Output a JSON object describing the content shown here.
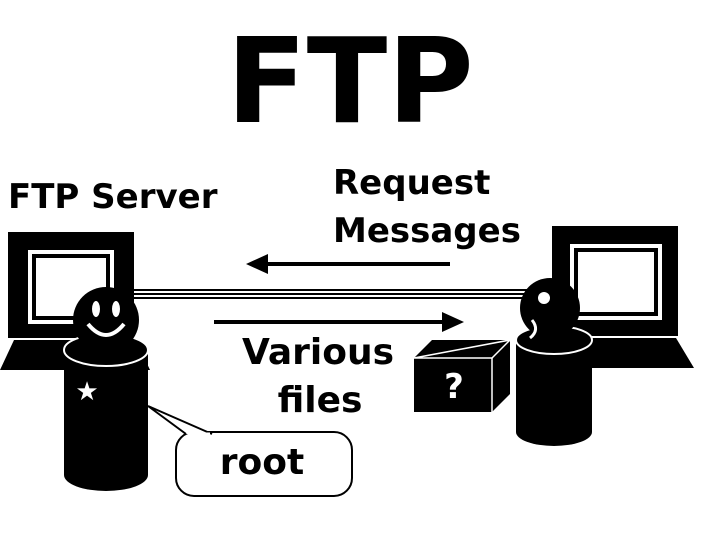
{
  "title": "FTP",
  "server_label": "FTP Server",
  "request_label": {
    "line1": "Request",
    "line2": "Messages"
  },
  "files_label": {
    "line1": "Various",
    "line2": "files"
  },
  "callout_text": "root",
  "box_symbol": "?",
  "badge_symbol": "★",
  "colors": {
    "ink": "#000000",
    "background": "#ffffff"
  }
}
